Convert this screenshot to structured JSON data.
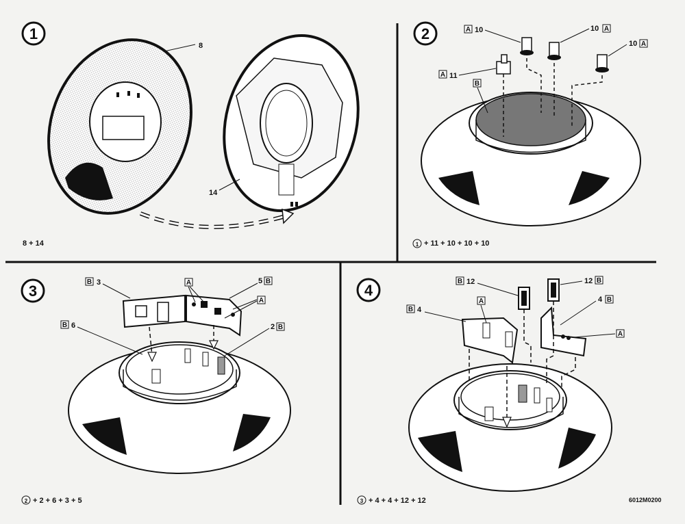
{
  "steps": [
    {
      "number": "1",
      "formula": "8 + 14"
    },
    {
      "number": "2",
      "formula_ref": "1",
      "formula": "+ 11 + 10 + 10 + 10"
    },
    {
      "number": "3",
      "formula_ref": "2",
      "formula": "+ 2 + 6 + 3 + 5"
    },
    {
      "number": "4",
      "formula_ref": "3",
      "formula": "+ 4 + 4 + 12 + 12"
    }
  ],
  "labels": {
    "p1": {
      "part8": "8",
      "part14": "14"
    },
    "p2": {
      "part10": "10",
      "part11": "11",
      "box_a": "A",
      "box_b": "B"
    },
    "p3": {
      "part3": "3",
      "part5": "5",
      "part6": "6",
      "part2": "2",
      "box_a": "A",
      "box_b": "B"
    },
    "p4": {
      "part12": "12",
      "part4": "4",
      "box_a": "A",
      "box_b": "B"
    }
  },
  "doc_code": "6012M0200"
}
